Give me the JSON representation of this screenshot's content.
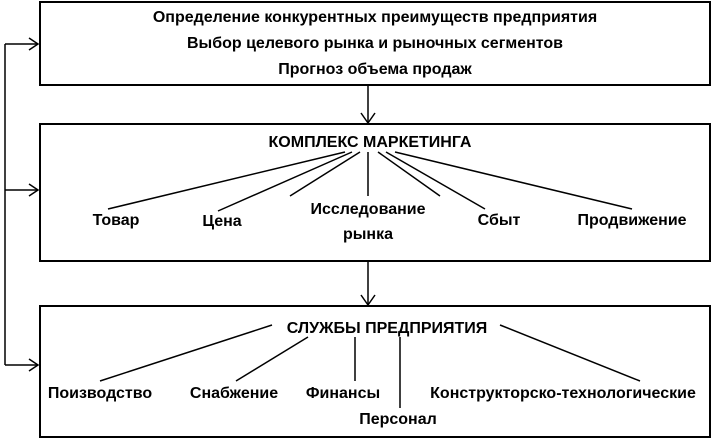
{
  "top_box": {
    "lines": [
      "Определение конкурентных преимуществ предприятия",
      "Выбор целевого рынка и рыночных сегментов",
      "Прогноз объема продаж"
    ]
  },
  "middle_box": {
    "title": "КОМПЛЕКС МАРКЕТИНГА",
    "items": [
      "Товар",
      "Цена",
      "Исследование",
      "рынка",
      "Сбыт",
      "Продвижение"
    ]
  },
  "bottom_box": {
    "title": "СЛУЖБЫ ПРЕДПРИЯТИЯ",
    "items": [
      "Поизводство",
      "Снабжение",
      "Финансы",
      "Персонал",
      "Конструкторско-технологические"
    ]
  }
}
